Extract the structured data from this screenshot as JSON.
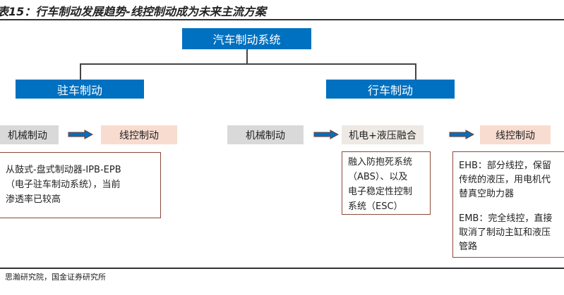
{
  "title": "表15：行车制动发展趋势-线控制动成为未来主流方案",
  "root": "汽车制动系统",
  "parking": {
    "label": "驻车制动",
    "from": "机械制动",
    "to": "线控制动",
    "desc": [
      "从鼓式-盘式制动器-IPB-EPB",
      "（电子驻车制动系统），当前",
      "渗透率已较高"
    ]
  },
  "service": {
    "label": "行车制动",
    "stage1": "机械制动",
    "stage2": "机电+液压融合",
    "stage3": "线控制动",
    "desc2": [
      "融入防抱死系统",
      "（ABS）、以及",
      "电子稳定性控制",
      "系统（ESC）"
    ],
    "desc3": [
      "EHB：部分线控，保留",
      "传统的液压，用电机代",
      "替真空助力器",
      "",
      "EMB：完全线控，直接",
      "取消了制动主缸和液压",
      "管路"
    ]
  },
  "source": "：思瀚研究院，国金证券研究所"
}
